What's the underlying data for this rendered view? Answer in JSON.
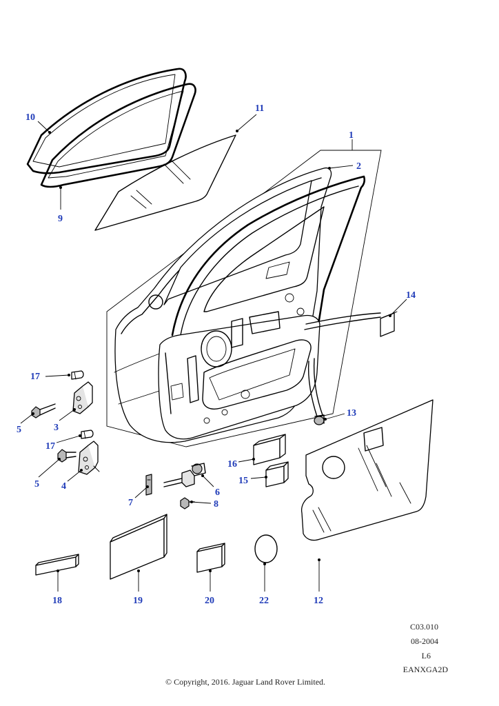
{
  "callouts": {
    "c1": "1",
    "c2": "2",
    "c3": "3",
    "c4": "4",
    "c5a": "5",
    "c5b": "5",
    "c6": "6",
    "c7": "7",
    "c8": "8",
    "c9": "9",
    "c10": "10",
    "c11": "11",
    "c12": "12",
    "c13": "13",
    "c14": "14",
    "c15": "15",
    "c16": "16",
    "c17a": "17",
    "c17b": "17",
    "c18": "18",
    "c19": "19",
    "c20": "20",
    "c22": "22"
  },
  "meta": {
    "ref": "C03.010",
    "date": "08-2004",
    "engine": "L6",
    "code": "EANXGA2D"
  },
  "copyright": "© Copyright, 2016. Jaguar Land Rover Limited.",
  "colors": {
    "callout": "#1f3bb8",
    "line": "#000000"
  }
}
